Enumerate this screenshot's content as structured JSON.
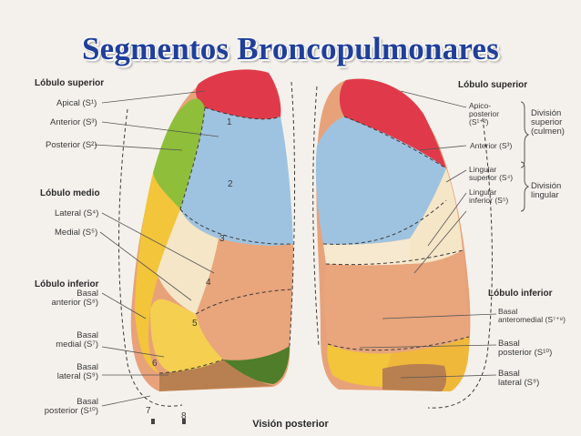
{
  "title": "Segmentos Broncopulmonares",
  "left_labels": {
    "lobulo_superior": "Lóbulo superior",
    "apical": "Apical (S¹)",
    "anterior": "Anterior (S³)",
    "posterior": "Posterior (S²)",
    "lobulo_medio": "Lóbulo medio",
    "lateral": "Lateral (S⁴)",
    "medial": "Medial (S⁵)",
    "lobulo_inferior": "Lóbulo inferior",
    "basal_anterior_1": "Basal",
    "basal_anterior_2": "anterior (S⁸)",
    "basal_medial_1": "Basal",
    "basal_medial_2": "medial (S⁷)",
    "basal_lateral_1": "Basal",
    "basal_lateral_2": "lateral (S⁹)",
    "basal_posterior_1": "Basal",
    "basal_posterior_2": "posterior (S¹⁰)"
  },
  "right_labels": {
    "lobulo_superior": "Lóbulo superior",
    "apico_1": "Apico-",
    "apico_2": "posterior",
    "apico_3": "(S¹⁺²)",
    "anterior": "Anterior (S³)",
    "division_superior_1": "División",
    "division_superior_2": "superior",
    "division_superior_3": "(culmen)",
    "lingular_superior_1": "Lingular",
    "lingular_superior_2": "superior (S⁴)",
    "lingular_inferior_1": "Lingular",
    "lingular_inferior_2": "inferior (S⁵)",
    "division_lingular_1": "División",
    "division_lingular_2": "lingular",
    "lobulo_inferior": "Lóbulo inferior",
    "basal_anteromedial_1": "Basal",
    "basal_anteromedial_2": "anteromedial (S⁷⁺⁸)",
    "basal_posterior_1": "Basal",
    "basal_posterior_2": "posterior (S¹⁰)",
    "basal_lateral_1": "Basal",
    "basal_lateral_2": "lateral (S⁹)"
  },
  "segment_numbers": [
    "1",
    "2",
    "3",
    "4",
    "5",
    "6",
    "7",
    "8"
  ],
  "caption": "Visión posterior",
  "colors": {
    "title": "#1f3f9a",
    "apical": "#e03a4a",
    "posterior_upper": "#9ec3e0",
    "anterior_upper": "#8fbf3a",
    "lingular": "#f5e6c8",
    "lower_lobe": "#e8a27a",
    "basal": "#f2c53a",
    "basal_posterior": "#5a8a2a",
    "background": "#f4f1ec"
  }
}
